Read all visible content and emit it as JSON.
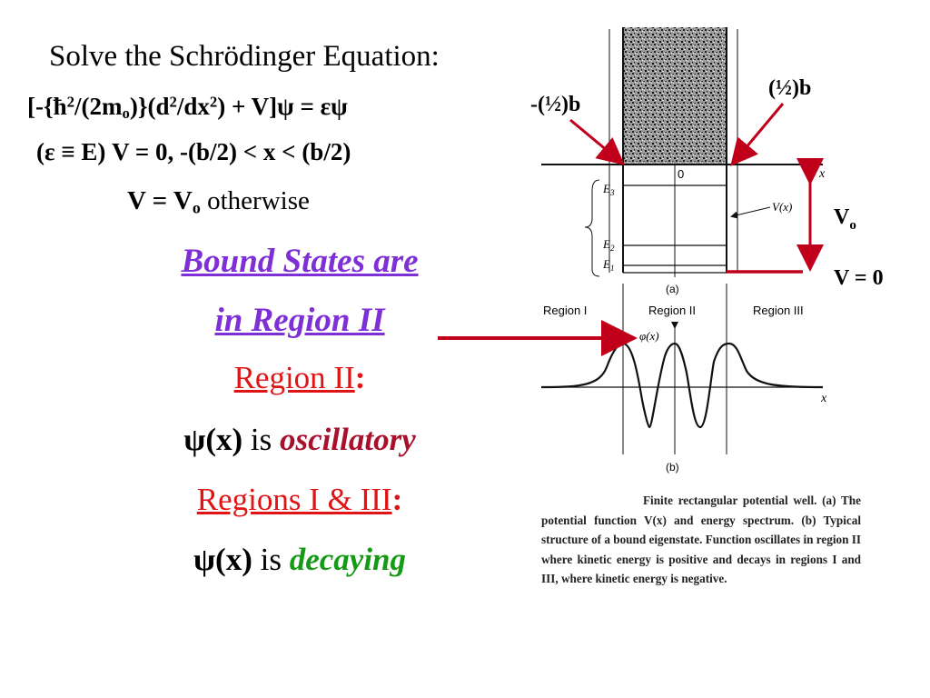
{
  "left": {
    "title": "Solve the Schrödinger Equation:",
    "eq1": {
      "a": "[-{ħ",
      "b": "2",
      "c": "/(2m",
      "d": "o",
      "e": ")}(d",
      "f": "2",
      "g": "/dx",
      "h": "2",
      "i": ") + V]ψ = εψ"
    },
    "eq2": "(ε ≡ E) V = 0, -(b/2) < x < (b/2)",
    "eq3": {
      "a": "V = V",
      "b": "o",
      "c": " otherwise"
    },
    "bound_line1": "Bound States are",
    "bound_line2": "in Region II",
    "region2_label": "Region II",
    "region2_colon": ":",
    "osc_psi": "ψ(x)",
    "osc_is": " is ",
    "osc_word": "oscillatory",
    "region13_label": "Regions I & III",
    "region13_colon": ":",
    "dec_psi": "ψ(x)",
    "dec_is": " is ",
    "dec_word": "decaying"
  },
  "figure": {
    "label_neg_half_b": "-(½)b",
    "label_pos_half_b": "(½)b",
    "label_Vo_main": "V",
    "label_Vo_sub": "o",
    "label_V0": "V = 0",
    "axis_x": "x",
    "axis_x_b": "x",
    "origin": "0",
    "E3": "E",
    "E3_sub": "3",
    "E2": "E",
    "E2_sub": "2",
    "E1": "E",
    "E1_sub": "1",
    "Vx_label": "V(x)",
    "part_a": "(a)",
    "part_b": "(b)",
    "region_I": "Region I",
    "region_II": "Region II",
    "region_III": "Region III",
    "psi_label": "φ(x)",
    "caption": "Finite rectangular potential well. (a) The potential function V(x) and energy spectrum. (b) Typical structure of a bound eigenstate. Function oscillates in region II where kinetic energy is positive and decays in regions I and III, where kinetic energy is negative."
  },
  "colors": {
    "purple": "#7f2fd6",
    "red": "#e01414",
    "crimson": "#a8102c",
    "green": "#159a15",
    "arrow": "#c0001a"
  }
}
